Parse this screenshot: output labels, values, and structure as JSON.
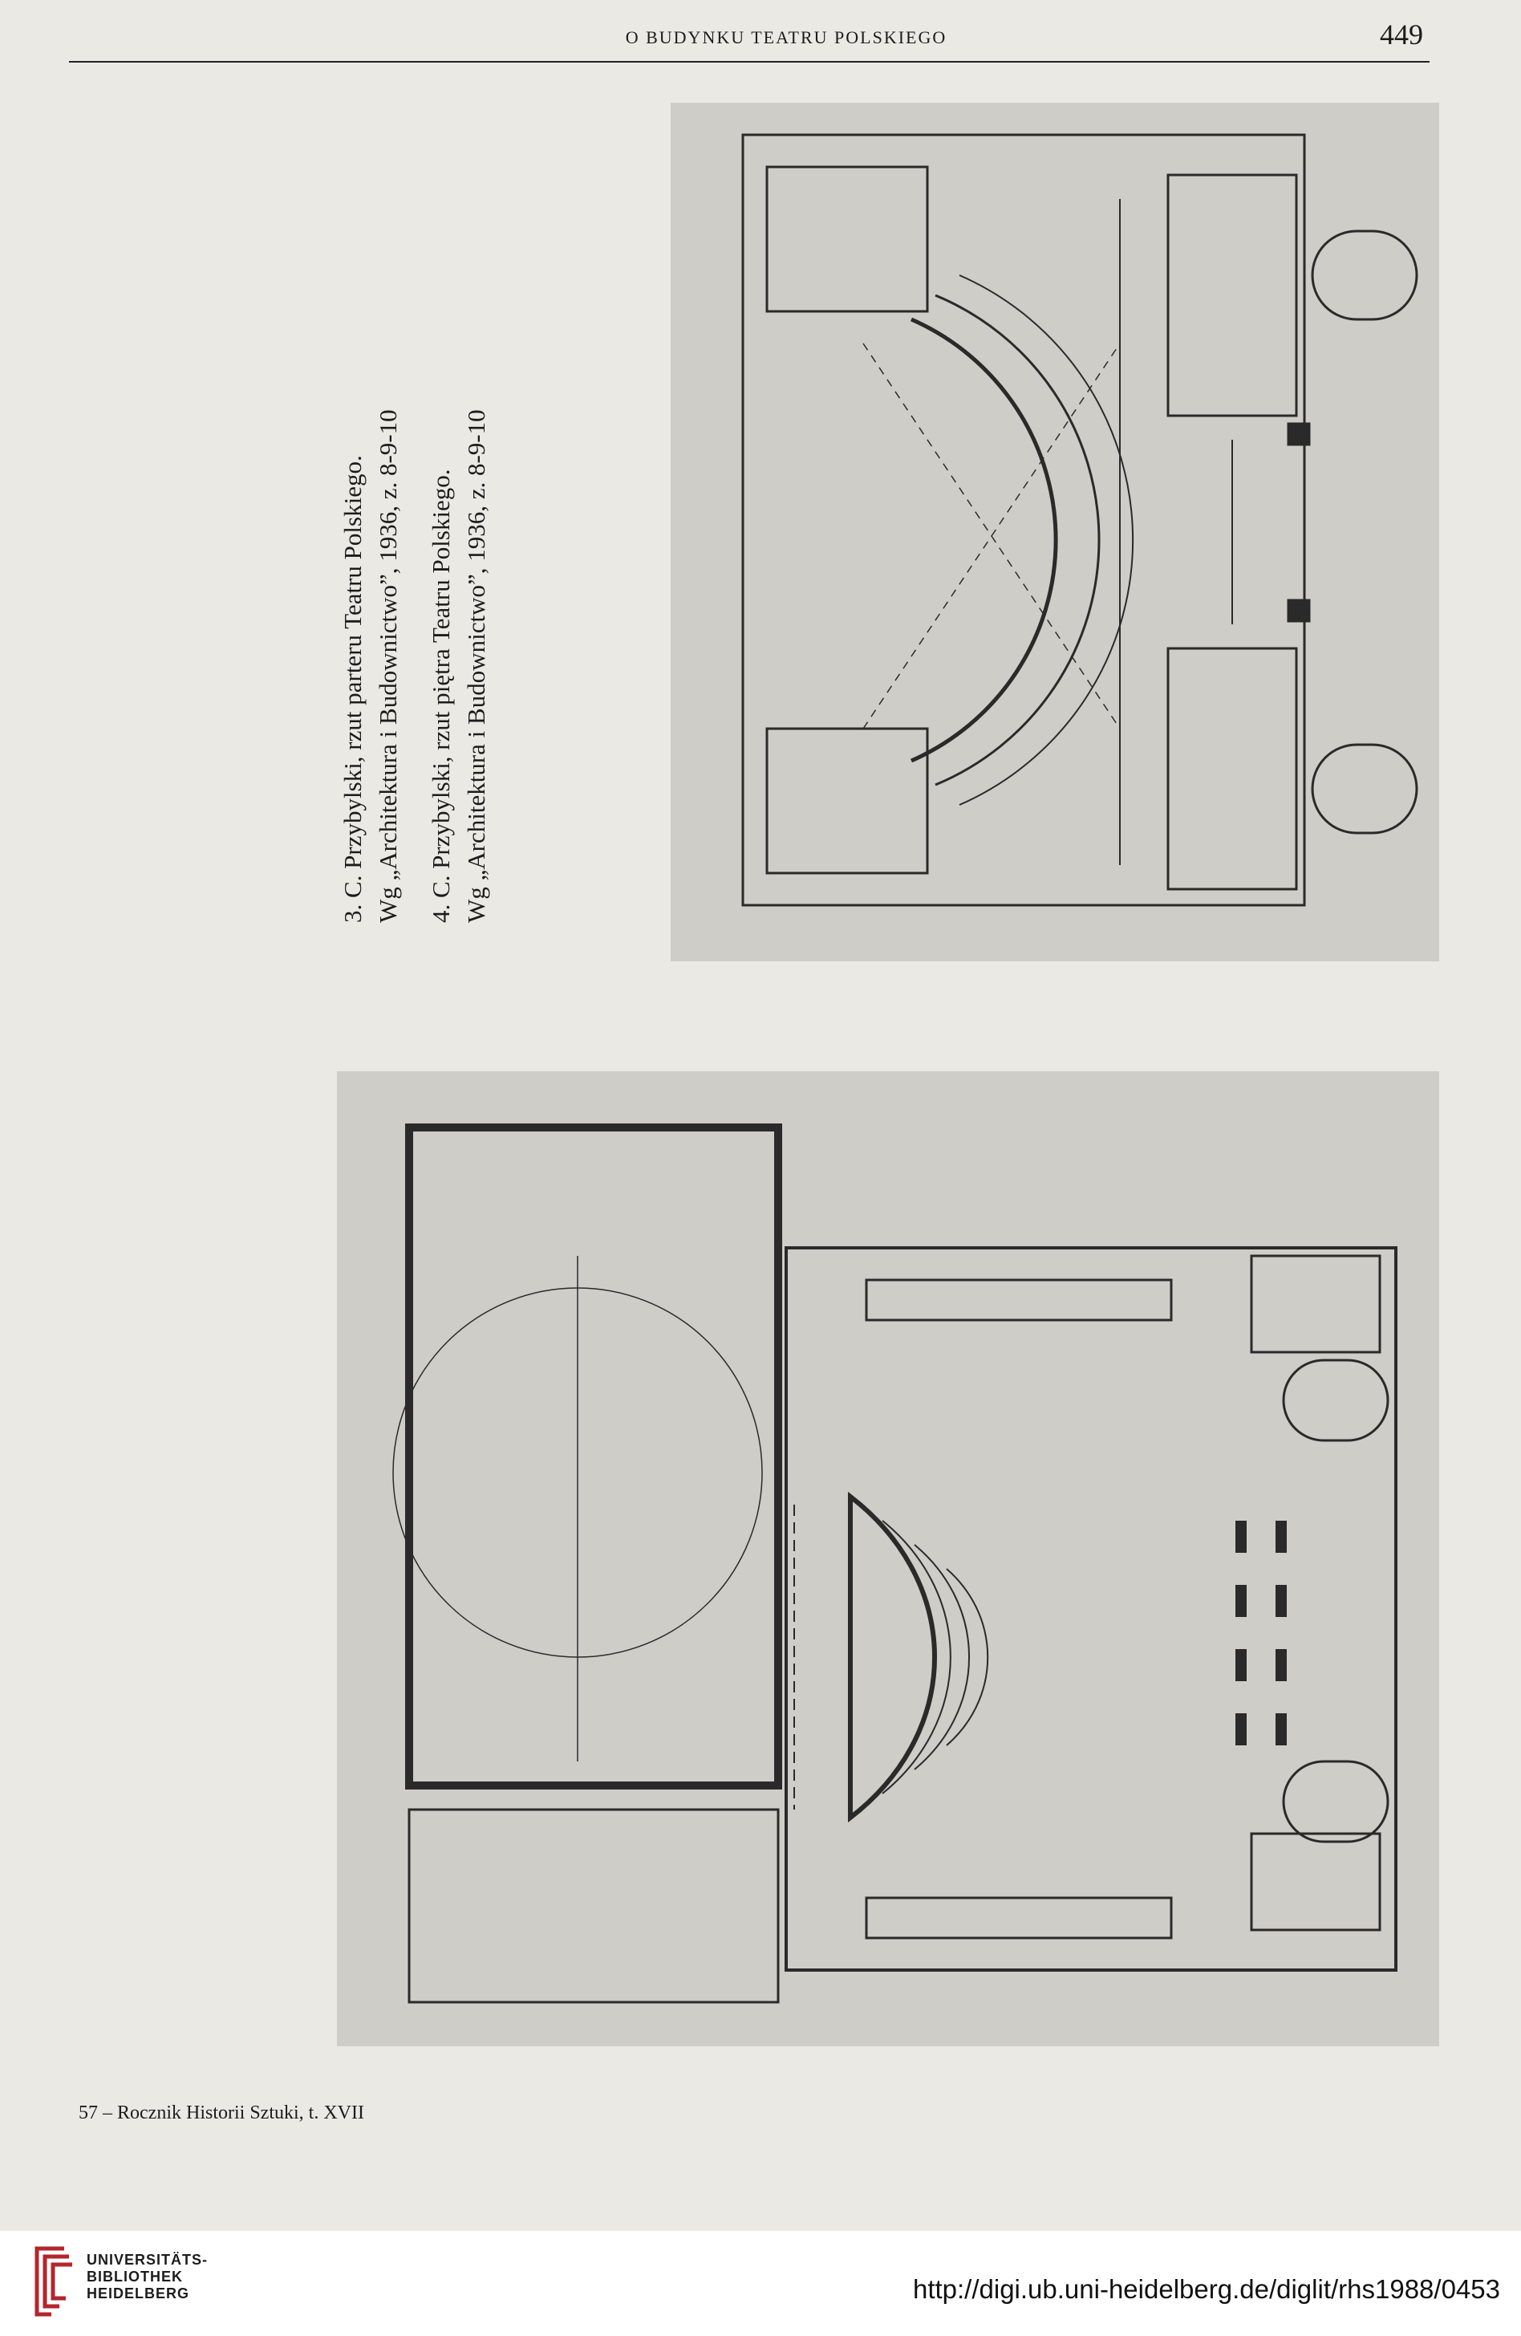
{
  "header": {
    "running_title": "O BUDYNKU TEATRU POLSKIEGO",
    "page_number": "449"
  },
  "captions": [
    {
      "line1": "3. C. Przybylski, rzut parteru Teatru Polskiego.",
      "line2": "Wg „Architektura i Budownictwo”, 1936, z. 8-9-10"
    },
    {
      "line1": "4. C. Przybylski, rzut piętra Teatru Polskiego.",
      "line2": "Wg „Architektura i Budownictwo”, 1936, z. 8-9-10"
    }
  ],
  "footer": {
    "note": "57 – Rocznik Historii Sztuki, t. XVII"
  },
  "library": {
    "name_line1": "UNIVERSITÄTS-",
    "name_line2": "BIBLIOTHEK",
    "name_line3": "HEIDELBERG",
    "url": "http://digi.ub.uni-heidelberg.de/diglit/rhs1988/0453"
  },
  "colors": {
    "page": "#ebe9e4",
    "plate": "#cfcdc8",
    "ink": "#1c1c1c",
    "logo_red": "#b3262c"
  }
}
